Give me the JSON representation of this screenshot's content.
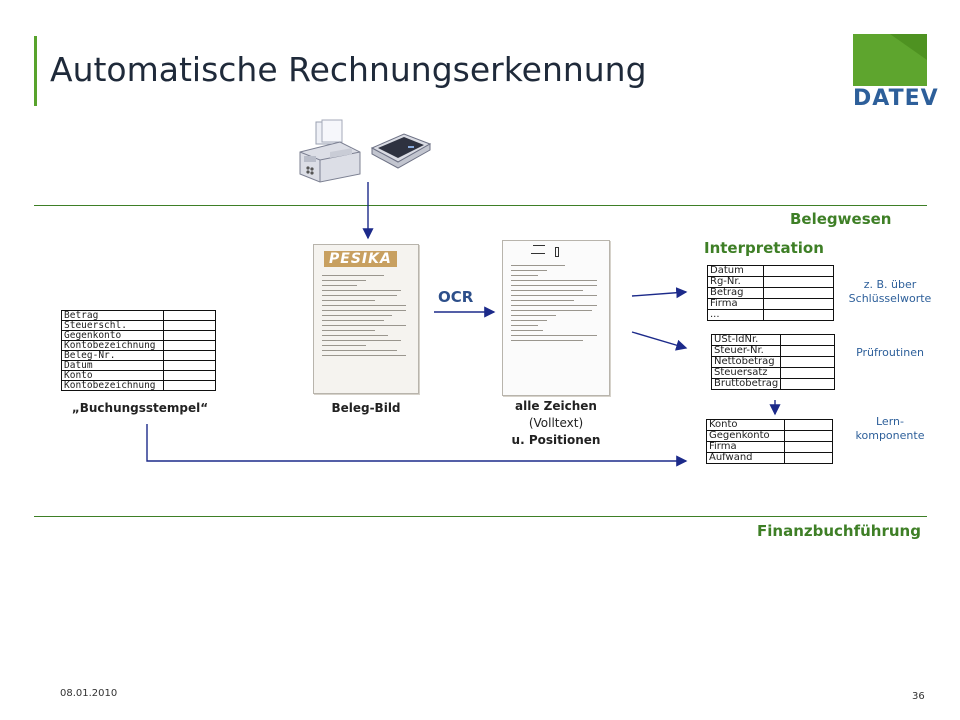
{
  "slide": {
    "title": "Automatische Rechnungserkennung",
    "logo": "DATEV",
    "date": "08.01.2010",
    "page_number": "36"
  },
  "sections": {
    "belegwesen": "Belegwesen",
    "finanzbuchfuehrung": "Finanzbuchführung",
    "interpretation": "Interpretation",
    "ocr": "OCR"
  },
  "stamp_form": {
    "rows": [
      "Betrag",
      "Steuerschl.",
      "Gegenkonto",
      "Kontobezeichnung",
      "Beleg-Nr.",
      "Datum",
      "Konto",
      "Kontobezeichnung"
    ],
    "caption": "„Buchungsstempel“"
  },
  "beleg_image": {
    "header": "PESIKA",
    "caption": "Beleg-Bild"
  },
  "ocr_output": {
    "caption_line1": "alle Zeichen",
    "caption_line2": "(Volltext)",
    "caption_line3": "u. Positionen"
  },
  "form_keywords": {
    "rows": [
      "Datum",
      "Rg-Nr.",
      "Betrag",
      "Firma",
      "..."
    ],
    "note_line1": "z. B. über",
    "note_line2": "Schlüsselworte"
  },
  "form_checks": {
    "rows": [
      "USt-IdNr.",
      "Steuer-Nr.",
      "Nettobetrag",
      "Steuersatz",
      "Bruttobetrag"
    ],
    "note": "Prüfroutinen"
  },
  "form_learning": {
    "rows": [
      "Konto",
      "Gegenkonto",
      "Firma",
      "Aufwand"
    ],
    "note_line1": "Lern-",
    "note_line2": "komponente"
  },
  "icons": {
    "devices": [
      "fax-machine-icon",
      "scanner-icon"
    ]
  },
  "colors": {
    "accent_green": "#3e7f26",
    "logo_green": "#5ea52e",
    "logo_blue": "#2d5f9a",
    "arrow_blue": "#1c2a8a"
  }
}
